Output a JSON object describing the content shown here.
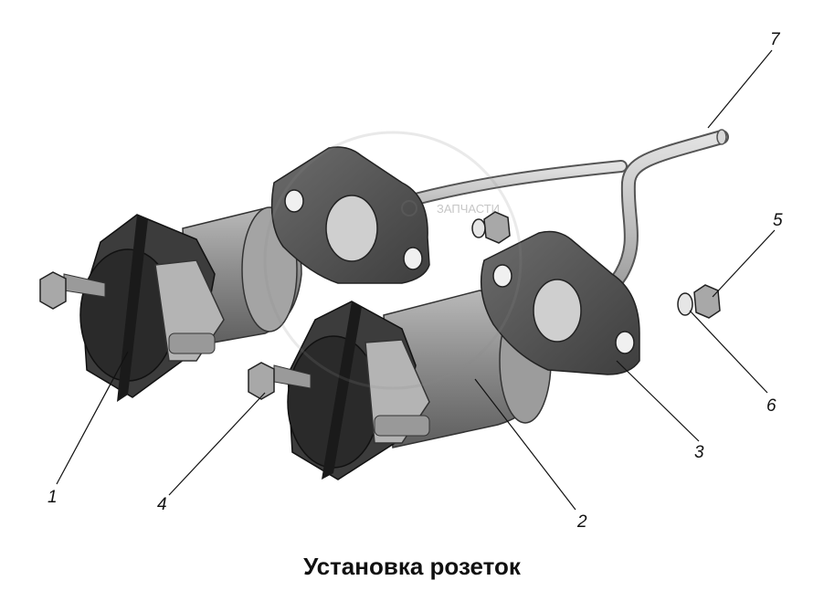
{
  "caption": "Установка розеток",
  "callouts": {
    "c1": "1",
    "c2": "2",
    "c3": "3",
    "c4": "4",
    "c5": "5",
    "c6": "6",
    "c7": "7"
  },
  "watermark": {
    "brand": "ЗАПЧАСТИ",
    "mark": "gps-style-logo"
  },
  "colors": {
    "background": "#ffffff",
    "part_dark": "#555555",
    "part_mid": "#8a8a8a",
    "part_light": "#c4c4c4",
    "lines": "#111111"
  }
}
